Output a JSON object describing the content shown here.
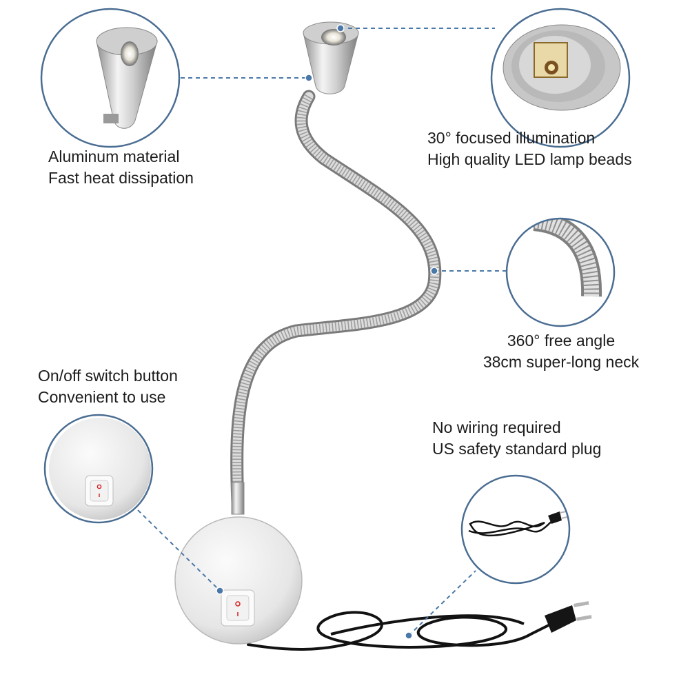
{
  "features": {
    "aluminum": {
      "line1": "Aluminum material",
      "line2": "Fast heat dissipation"
    },
    "illumination": {
      "line1": "30° focused illumination",
      "line2": "High quality LED lamp beads"
    },
    "neck": {
      "line1": "360° free angle",
      "line2": "38cm super-long neck"
    },
    "switch": {
      "line1": "On/off switch button",
      "line2": "Convenient to use"
    },
    "plug": {
      "line1": "No wiring required",
      "line2": "US safety standard plug"
    }
  },
  "colors": {
    "callout_ring": "#4a6d92",
    "leader_line": "#4a78a8",
    "metal_light": "#f2f2f2",
    "metal_dark": "#8a8a8a",
    "cord": "#121212",
    "switch_mark": "#d42020"
  }
}
